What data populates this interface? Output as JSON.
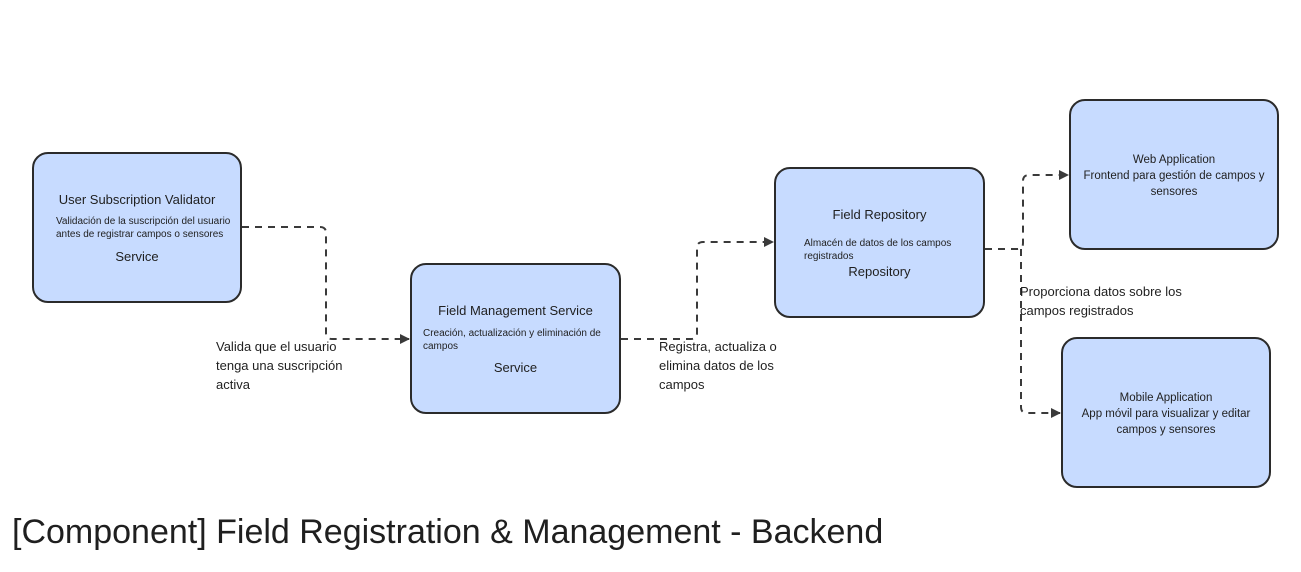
{
  "title": "[Component] Field Registration & Management - Backend",
  "nodes": {
    "validator": {
      "name": "User Subscription Validator",
      "description": "Validación de la suscripción del usuario antes de registrar campos o sensores",
      "kind": "Service"
    },
    "field_service": {
      "name": "Field Management Service",
      "description": "Creación, actualización y eliminación de campos",
      "kind": "Service"
    },
    "repository": {
      "name": "Field Repository",
      "description": "Almacén de datos de los campos registrados",
      "kind": "Repository"
    },
    "web_app": {
      "name": "Web Application",
      "description": "Frontend para gestión de campos y sensores"
    },
    "mobile_app": {
      "name": "Mobile Application",
      "description": "App móvil para visualizar y editar campos y sensores"
    }
  },
  "edges": {
    "validator_to_service": {
      "label": "Valida que el usuario tenga una suscripción activa"
    },
    "service_to_repository": {
      "label": "Registra, actualiza o elimina datos de los campos"
    },
    "repository_to_apps": {
      "label": "Proporciona datos sobre los campos registrados"
    }
  },
  "colors": {
    "node_fill": "#c7dbff",
    "node_border": "#2b2b2b",
    "edge": "#3a3a3a"
  }
}
